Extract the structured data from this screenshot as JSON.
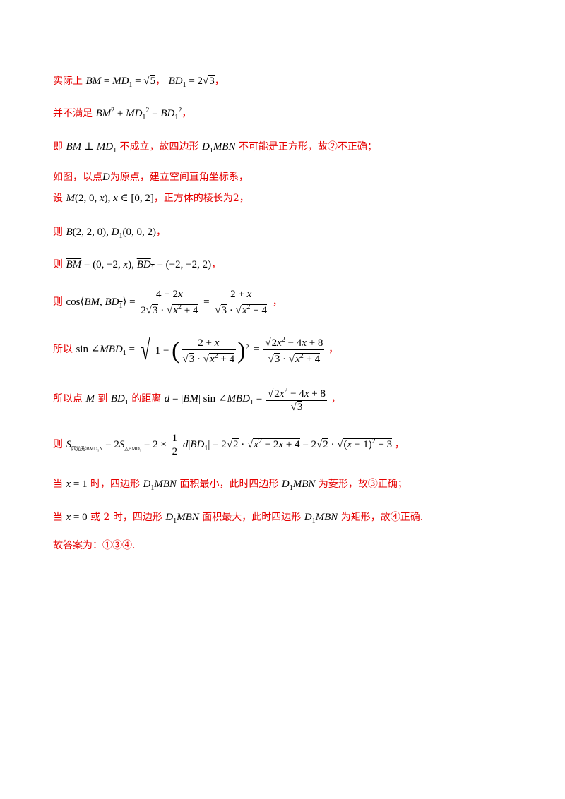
{
  "lines": {
    "l1": {
      "text": "实际上",
      "sep1": "，",
      "sep2": "，"
    },
    "l2": {
      "text": "并不满足",
      "sep": "，"
    },
    "l3": {
      "pre": "即",
      "mid": "不成立，故四边形",
      "post": "不可能是正方形，故②不正确；"
    },
    "l4": {
      "pre": "如图，以点",
      "post": "为原点，建立空间直角坐标系，"
    },
    "l5": {
      "pre": "设",
      "post": "，正方体的棱长为2，"
    },
    "l6": {
      "pre": "则",
      "sep": "，"
    },
    "l7": {
      "pre": "则",
      "sep": "，"
    },
    "l8": {
      "pre": "则",
      "sep": "，"
    },
    "l9": {
      "pre": "所以",
      "sep": "，"
    },
    "l10": {
      "pre": "所以点",
      "mid1": "到",
      "mid2": "的距离",
      "sep": "，"
    },
    "l11": {
      "pre": "则",
      "sub": "四边形BMD₁N",
      "sub2": "△BMD₁",
      "sep": "，"
    },
    "l12": {
      "pre": "当",
      "mid1": "时，四边形",
      "mid2": "面积最小，此时四边形",
      "post": "为菱形，故③正确；"
    },
    "l13": {
      "pre": "当",
      "mid1": "或 2 时，四边形",
      "mid2": "面积最大，此时四边形",
      "post": "为矩形，故④正确."
    },
    "l14": {
      "text": "故答案为：①③④."
    }
  }
}
